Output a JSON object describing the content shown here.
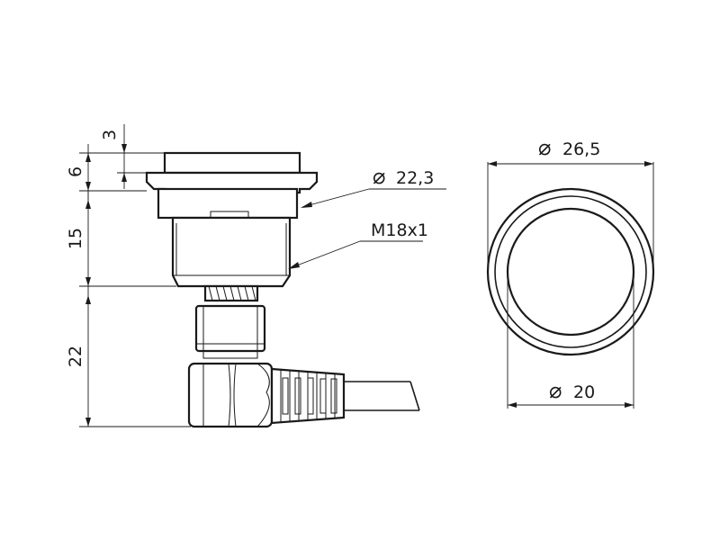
{
  "dimensions": {
    "height_3": "3",
    "height_6": "6",
    "height_15": "15",
    "height_22": "22",
    "dia_22_3": "22,3",
    "thread": "M18x1",
    "dia_26_5": "26,5",
    "dia_20": "20"
  },
  "symbols": {
    "diameter": "⌀"
  },
  "colors": {
    "line": "#1a1a1a",
    "background": "#ffffff"
  }
}
